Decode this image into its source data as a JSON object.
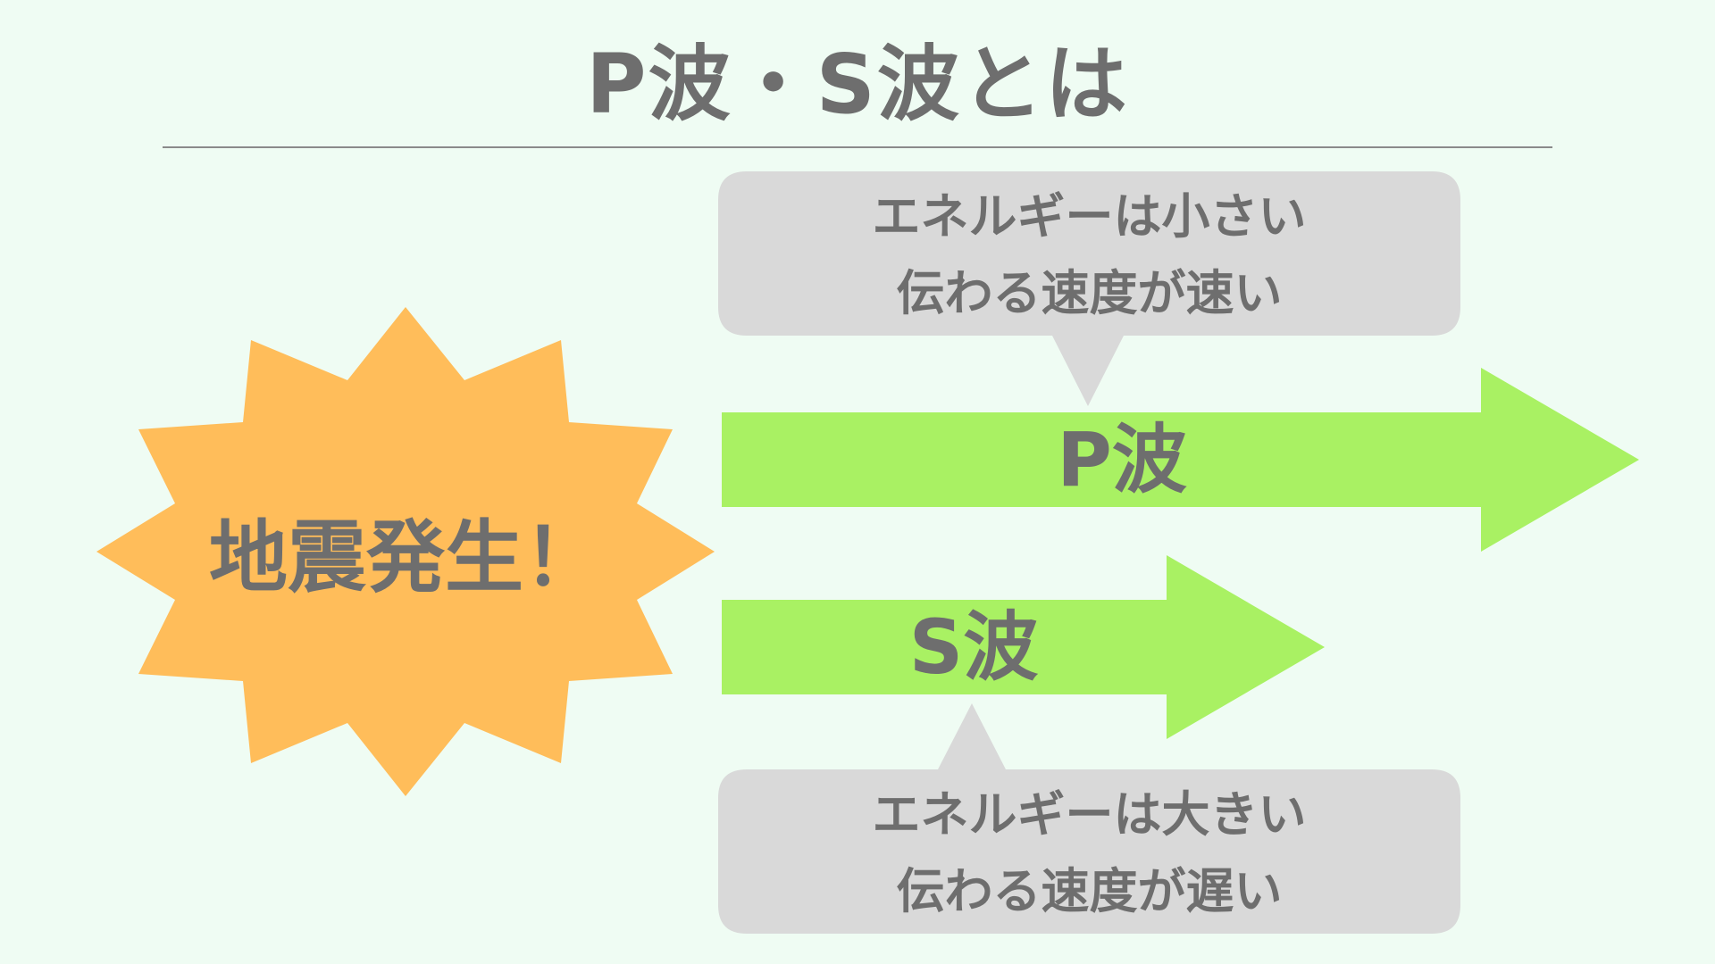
{
  "title": "P波・S波とは",
  "colors": {
    "background": "#effcf3",
    "burst": "#ffbd5a",
    "arrow": "#a9f163",
    "callout": "#d9d9d9",
    "text": "#6e6e6e"
  },
  "burst": {
    "label": "地震発生！"
  },
  "p_wave": {
    "label": "P波",
    "callout": {
      "line1": "エネルギーは小さい",
      "line2": "伝わる速度が速い"
    }
  },
  "s_wave": {
    "label": "S波",
    "callout": {
      "line1": "エネルギーは大きい",
      "line2": "伝わる速度が遅い"
    }
  }
}
